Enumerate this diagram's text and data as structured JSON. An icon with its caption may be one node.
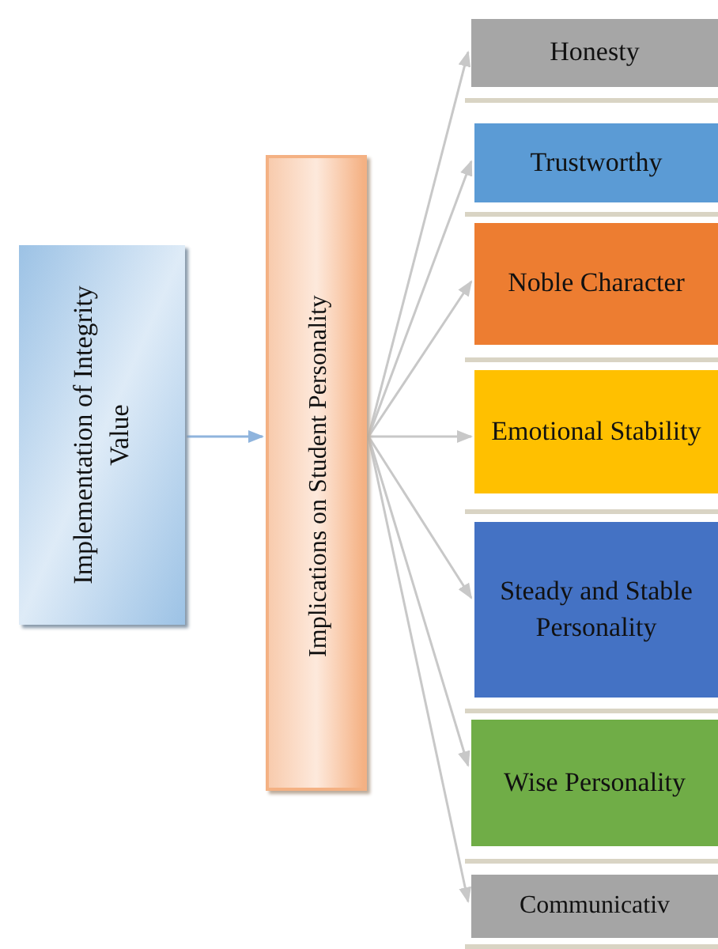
{
  "diagram": {
    "nodes": [
      {
        "text": [
          "Implementation of Integrity Value"
        ]
      },
      {
        "text": [
          "Implications on Student Personality"
        ]
      },
      {
        "text": [
          "Honesty"
        ]
      },
      {
        "text": [
          "Trustworthy"
        ]
      },
      {
        "text": [
          "Noble Character"
        ]
      },
      {
        "text": [
          "Emotional Stability"
        ]
      },
      {
        "text": [
          "Steady and Stable Personality"
        ]
      },
      {
        "text": [
          "Wise Personality"
        ]
      },
      {
        "text": [
          "Communicativ"
        ]
      }
    ],
    "edges": [
      {
        "from": 0,
        "to": 1,
        "arrow": "to",
        "color": "#8fb4dd"
      },
      {
        "from": 1,
        "to": 2,
        "arrow": "to"
      },
      {
        "from": 1,
        "to": 3,
        "arrow": "to"
      },
      {
        "from": 1,
        "to": 4,
        "arrow": "to"
      },
      {
        "from": 1,
        "to": 5,
        "arrow": "to"
      },
      {
        "from": 1,
        "to": 6,
        "arrow": "to"
      },
      {
        "from": 1,
        "to": 7,
        "arrow": "to"
      },
      {
        "from": 1,
        "to": 8,
        "arrow": "to"
      }
    ]
  }
}
